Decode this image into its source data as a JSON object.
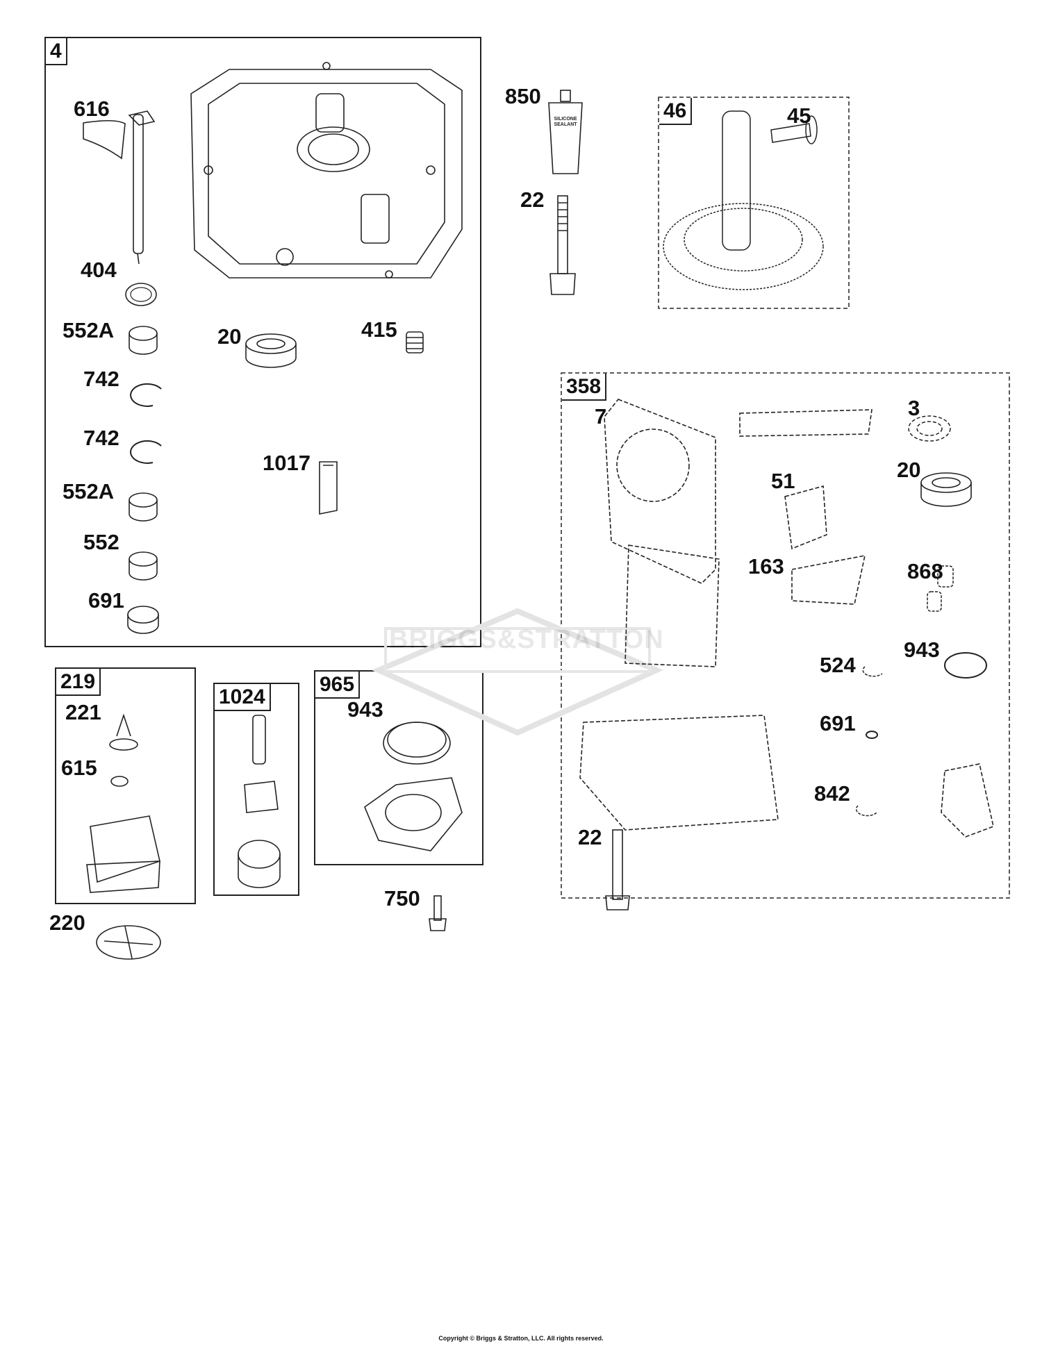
{
  "groups": {
    "g4": "4",
    "g46": "46",
    "g358": "358",
    "g219": "219",
    "g1024": "1024",
    "g965": "965"
  },
  "labels": {
    "p616": "616",
    "p404": "404",
    "p552A_1": "552A",
    "p742_1": "742",
    "p742_2": "742",
    "p552A_2": "552A",
    "p552": "552",
    "p691_a": "691",
    "p20_a": "20",
    "p415": "415",
    "p1017": "1017",
    "p850": "850",
    "p22_a": "22",
    "p45": "45",
    "p7": "7",
    "p3": "3",
    "p20_b": "20",
    "p51": "51",
    "p163": "163",
    "p868": "868",
    "p524": "524",
    "p943_a": "943",
    "p691_b": "691",
    "p842": "842",
    "p22_b": "22",
    "p221": "221",
    "p615": "615",
    "p220": "220",
    "p943_b": "943",
    "p750": "750"
  },
  "tube_text": "SILICONE SEALANT",
  "watermark": "BRIGGS&STRATTON",
  "copyright": "Copyright © Briggs & Stratton, LLC. All rights reserved."
}
